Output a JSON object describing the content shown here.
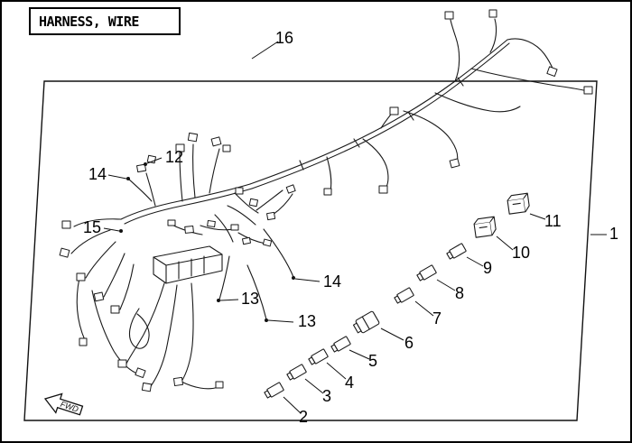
{
  "title": "HARNESS, WIRE",
  "fwd_label": "FWD",
  "callouts": {
    "c1": "1",
    "c2": "2",
    "c3": "3",
    "c4": "4",
    "c5": "5",
    "c6": "6",
    "c7": "7",
    "c8": "8",
    "c9": "9",
    "c10": "10",
    "c11": "11",
    "c12": "12",
    "c13": "13",
    "c14": "14",
    "c15": "15",
    "c16": "16"
  }
}
